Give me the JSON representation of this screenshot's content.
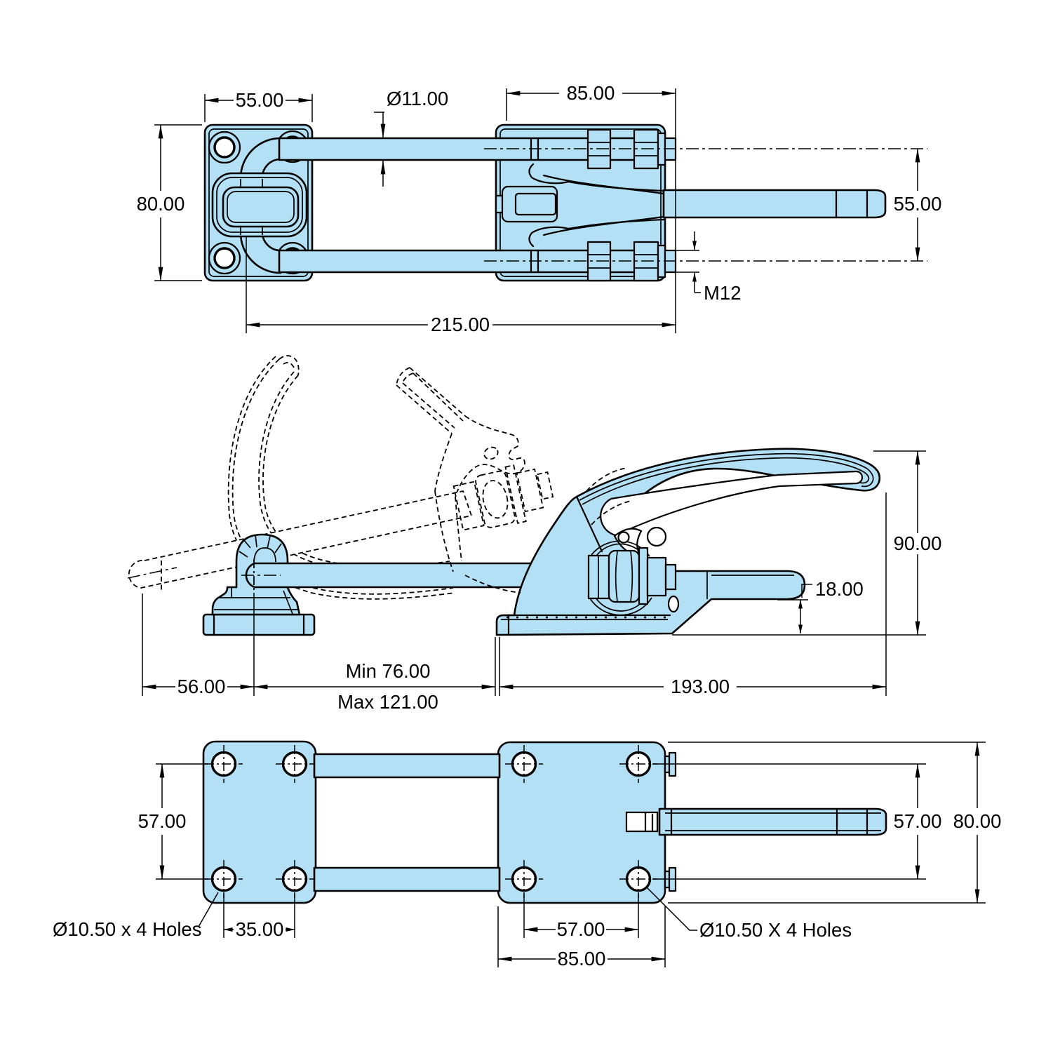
{
  "drawing": {
    "background": "#ffffff",
    "part_fill": "#b4e0f5",
    "line_color": "#000000",
    "top_view": {
      "plate_width": "55.00",
      "rod_dia": "Ø11.00",
      "body_width": "85.00",
      "plate_height": "80.00",
      "handle_width": "55.00",
      "overall_length": "215.00",
      "thread": "M12"
    },
    "side_view": {
      "height": "90.00",
      "grip_height": "18.00",
      "rod_end_offset": "56.00",
      "reach_min": "Min 76.00",
      "reach_max": "Max 121.00",
      "length": "193.00"
    },
    "bottom_view": {
      "keeper_hole_pitch_v": "57.00",
      "keeper_hole_pitch_h": "35.00",
      "keeper_holes_note": "Ø10.50 x 4 Holes",
      "base_hole_pitch_h": "57.00",
      "base_width": "85.00",
      "base_holes_note": "Ø10.50 X 4 Holes",
      "base_hole_pitch_v": "57.00",
      "base_height": "80.00"
    }
  }
}
